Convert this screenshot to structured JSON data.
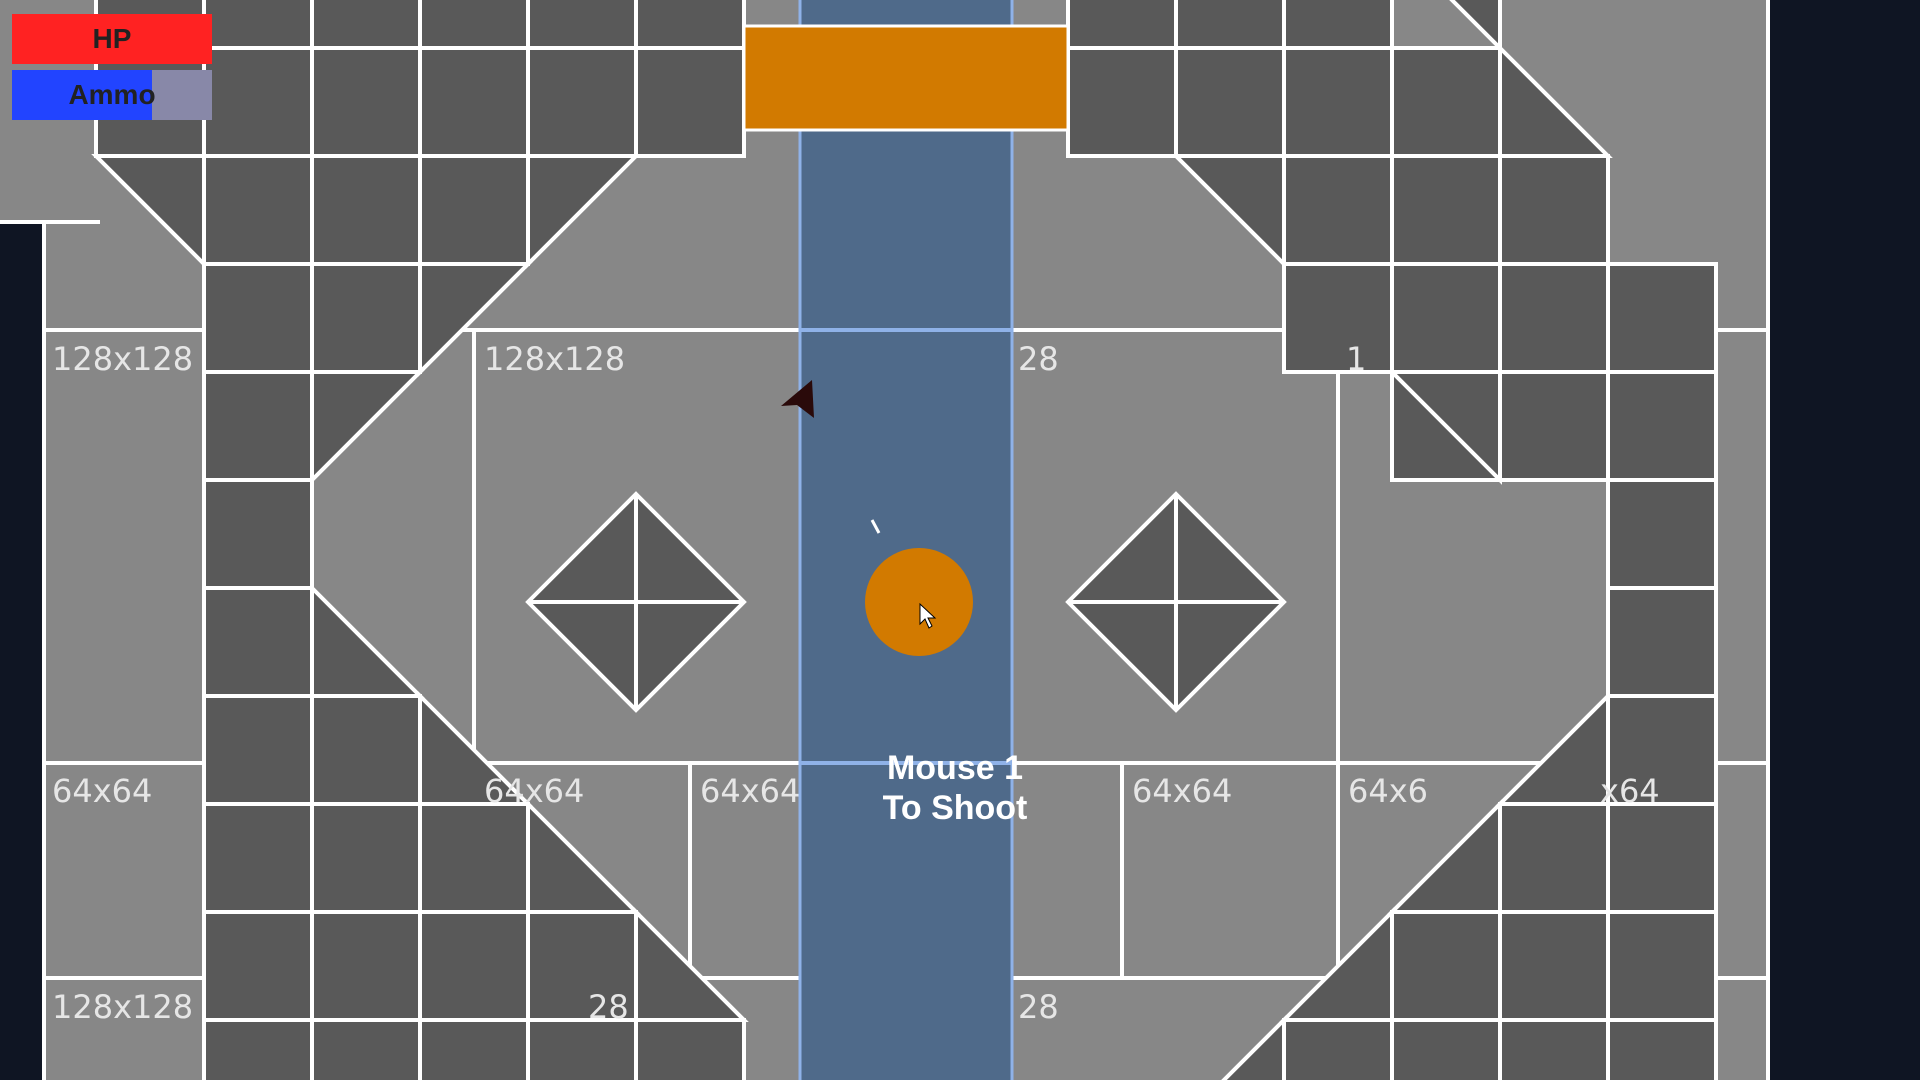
{
  "hud": {
    "hp_label": "HP",
    "ammo_label": "Ammo",
    "ammo_fraction": 0.7
  },
  "hint": {
    "line1": "Mouse 1",
    "line2": "To Shoot"
  },
  "tile_labels": {
    "large_a": "128x128",
    "large_b": "128x128",
    "large_c": "28",
    "large_d": "1",
    "small_a": "64x64",
    "small_b": "64x64",
    "small_c": "64x64",
    "small_d": "64x64",
    "small_e": "64x6",
    "small_f": "x64",
    "bottom_a": "128x128",
    "bottom_b": "28",
    "bottom_c": "28"
  },
  "colors": {
    "floor": "#878787",
    "dark_tile": "#595959",
    "grid_line": "#ffffff",
    "corridor": "#4f6a8a",
    "corridor_edge": "#8fb2e8",
    "barrier": "#d27a00",
    "player": "#d27a00",
    "enemy": "#2a0a0a",
    "hp_bar": "#ff2222",
    "ammo_fill": "#2244ff",
    "ammo_empty": "#8888a8",
    "background": "#0f1523"
  }
}
